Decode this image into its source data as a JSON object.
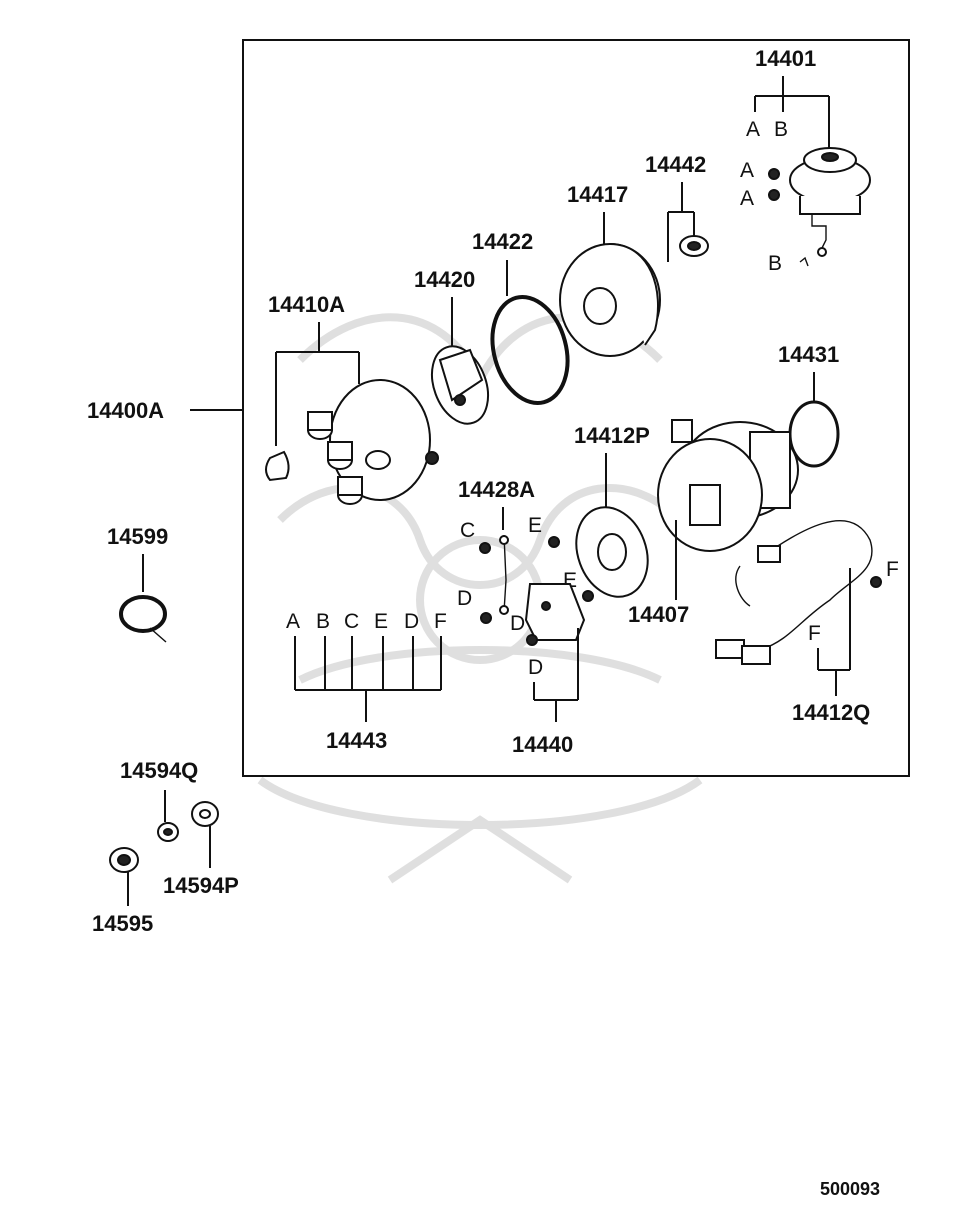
{
  "diagram_id": "500093",
  "assembly": {
    "label": "14400A"
  },
  "parts": [
    {
      "key": "p14401",
      "label": "14401"
    },
    {
      "key": "p14442",
      "label": "14442"
    },
    {
      "key": "p14417",
      "label": "14417"
    },
    {
      "key": "p14422",
      "label": "14422"
    },
    {
      "key": "p14420",
      "label": "14420"
    },
    {
      "key": "p14410A",
      "label": "14410A"
    },
    {
      "key": "p14431",
      "label": "14431"
    },
    {
      "key": "p14407",
      "label": "14407"
    },
    {
      "key": "p14412P",
      "label": "14412P"
    },
    {
      "key": "p14428A",
      "label": "14428A"
    },
    {
      "key": "p14443",
      "label": "14443"
    },
    {
      "key": "p14440",
      "label": "14440"
    },
    {
      "key": "p14412Q",
      "label": "14412Q"
    },
    {
      "key": "p14599",
      "label": "14599"
    },
    {
      "key": "p14594Q",
      "label": "14594Q"
    },
    {
      "key": "p14594P",
      "label": "14594P"
    },
    {
      "key": "p14595",
      "label": "14595"
    }
  ],
  "letters": {
    "A": "A",
    "B": "B",
    "C": "C",
    "D": "D",
    "E": "E",
    "F": "F"
  },
  "letter_groups": {
    "g14401": [
      "A",
      "B"
    ],
    "g14443": [
      "A",
      "B",
      "C",
      "E",
      "D",
      "F"
    ]
  }
}
